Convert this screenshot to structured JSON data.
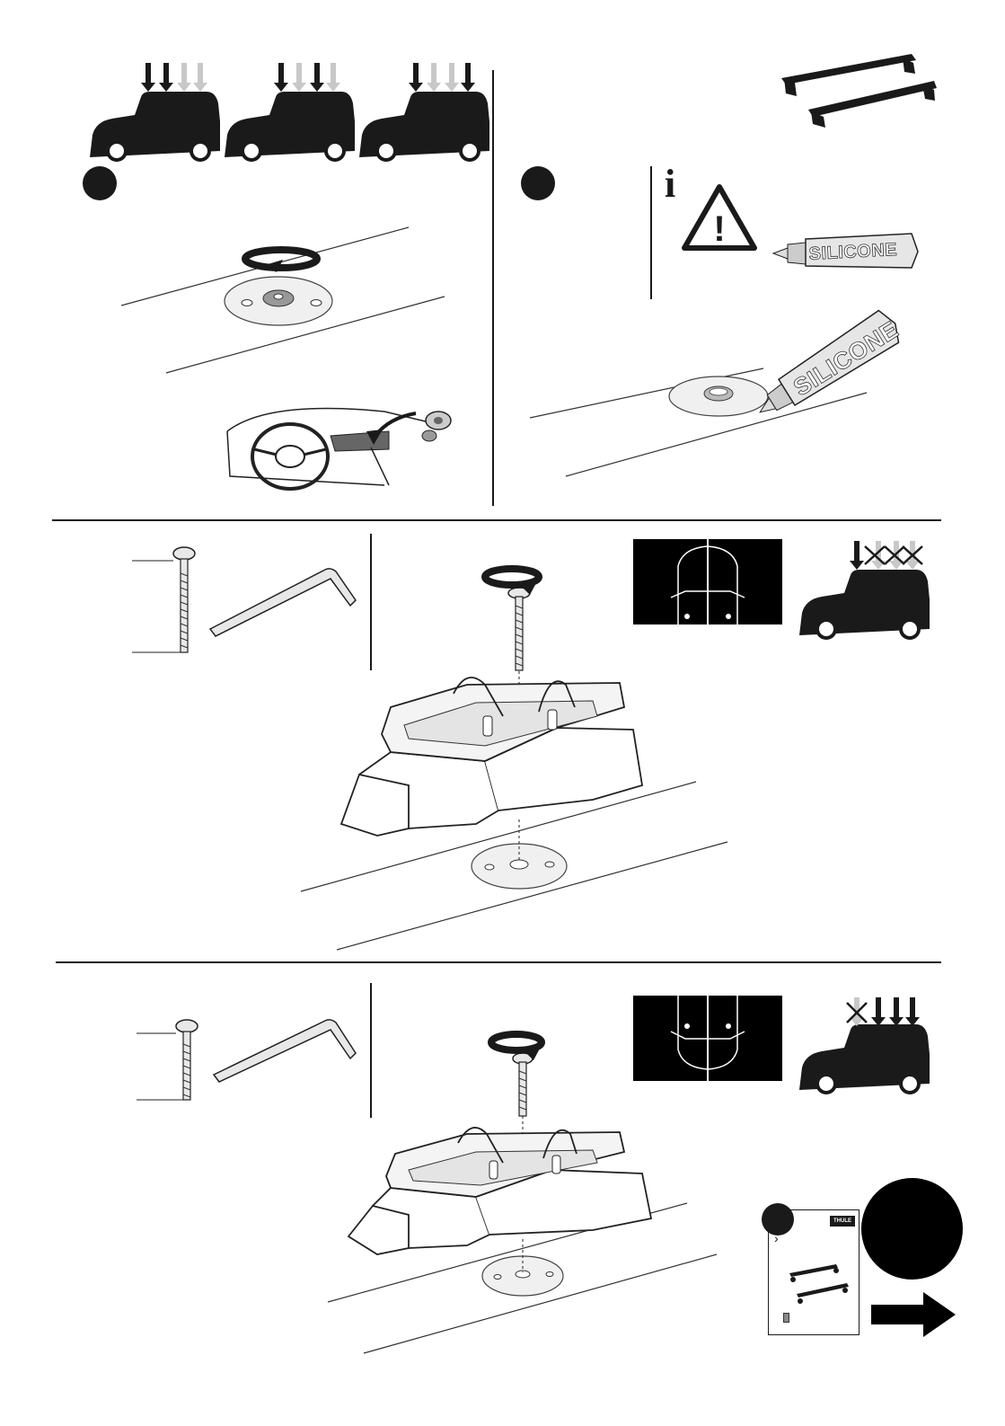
{
  "labels": {
    "silicone_small": "SILICONE",
    "silicone_large": "SILICONE",
    "brand": "THULE",
    "info_glyph": "i",
    "warning_glyph": "!",
    "chevron_glyph": "›"
  },
  "icons": {
    "info": "info-icon",
    "warning": "warning-triangle-icon",
    "rotate": "rotate-arrow-icon",
    "next_page": "arrow-right-icon"
  },
  "colors": {
    "ink": "#1a1a1a",
    "grey_arrow": "#c8c8c8",
    "pad_fill": "#e6e6e6",
    "panel_black": "#000000"
  }
}
